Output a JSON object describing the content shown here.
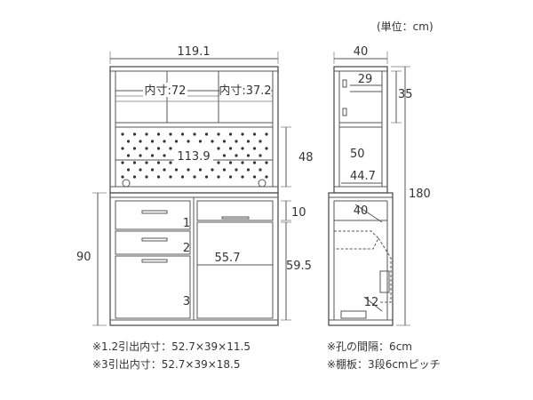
{
  "unit_note": "(単位：cm)",
  "front": {
    "width": "119.1",
    "inner_left": "内寸:72",
    "inner_right": "内寸:37.2",
    "board_width": "113.9",
    "upper_height": "48",
    "gap_height": "10",
    "lower_total_height": "90",
    "cabinet_height": "59.5",
    "cabinet_width": "55.7",
    "drawer_labels": [
      "1",
      "2",
      "3"
    ]
  },
  "side": {
    "depth": "40",
    "top_inner_depth": "29",
    "top_height": "35",
    "mid_height": "50",
    "mid_depth": "44.7",
    "total_height": "180",
    "lower_depth": "40",
    "bottom_height": "12"
  },
  "notes": {
    "drawer12": "※1.2引出内寸：52.7×39×11.5",
    "drawer3": "※3引出内寸：52.7×39×18.5",
    "hole_spacing": "※孔の間隔：6cm",
    "shelf": "※棚板：3段6cmピッチ"
  }
}
